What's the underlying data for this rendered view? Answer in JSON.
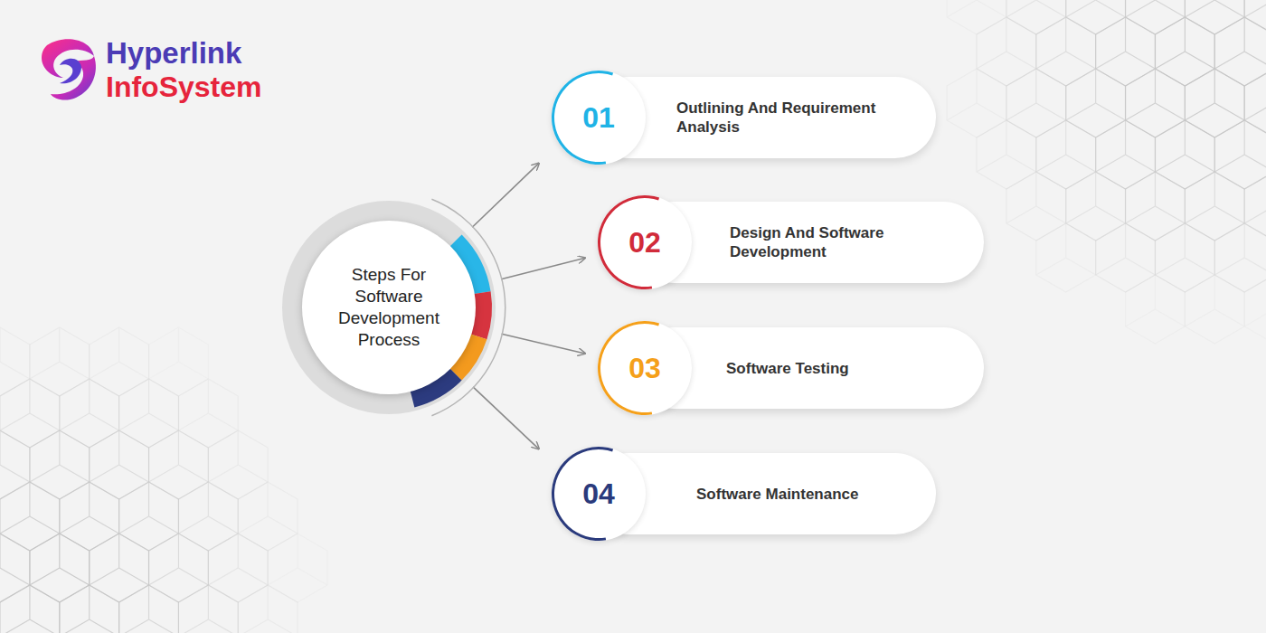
{
  "diagram": {
    "nodes": [
      {
        "text": [
          "Steps For Software Development Process"
        ]
      },
      {
        "text": [
          "01",
          "Outlining And Requirement Analysis"
        ]
      },
      {
        "text": [
          "02",
          "Design And Software Development"
        ]
      },
      {
        "text": [
          "03",
          "Software Testing"
        ]
      },
      {
        "text": [
          "04",
          "Software Maintenance"
        ]
      }
    ],
    "edges": [
      {
        "from": 0,
        "to": 1,
        "arrow": "to"
      },
      {
        "from": 0,
        "to": 2,
        "arrow": "to"
      },
      {
        "from": 0,
        "to": 3,
        "arrow": "to"
      },
      {
        "from": 0,
        "to": 4,
        "arrow": "to"
      }
    ],
    "labels": [
      "Hyperlink",
      "InfoSystem"
    ]
  }
}
